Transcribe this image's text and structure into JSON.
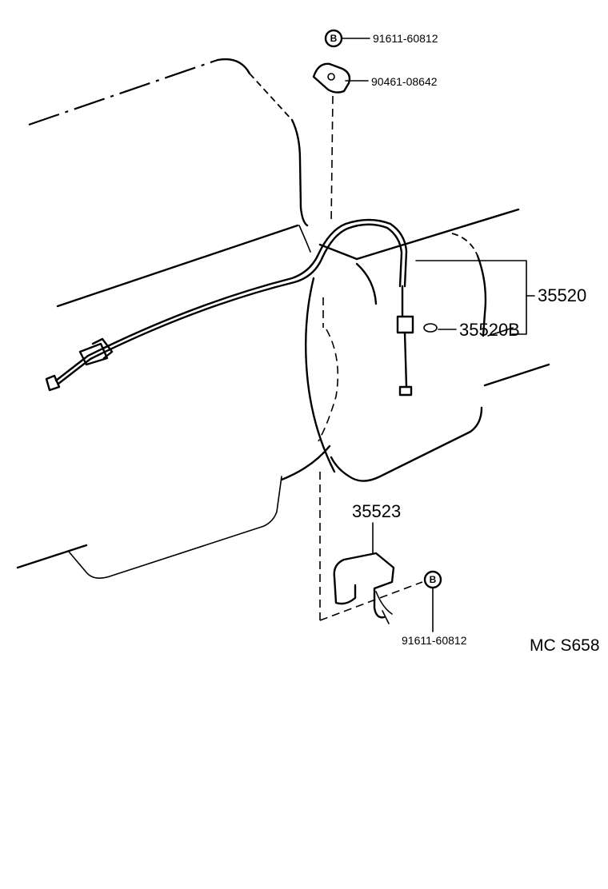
{
  "diagram": {
    "callouts": {
      "bolt_top": {
        "symbol": "B",
        "part_number": "91611-60812"
      },
      "clamp": {
        "part_number": "90461-08642"
      },
      "cable_assembly": {
        "part_number": "35520"
      },
      "cable_ring": {
        "part_number": "35520B"
      },
      "bracket": {
        "part_number": "35523"
      },
      "bolt_bottom": {
        "symbol": "B",
        "part_number": "91611-60812"
      }
    },
    "reference_code": "MC S658"
  }
}
